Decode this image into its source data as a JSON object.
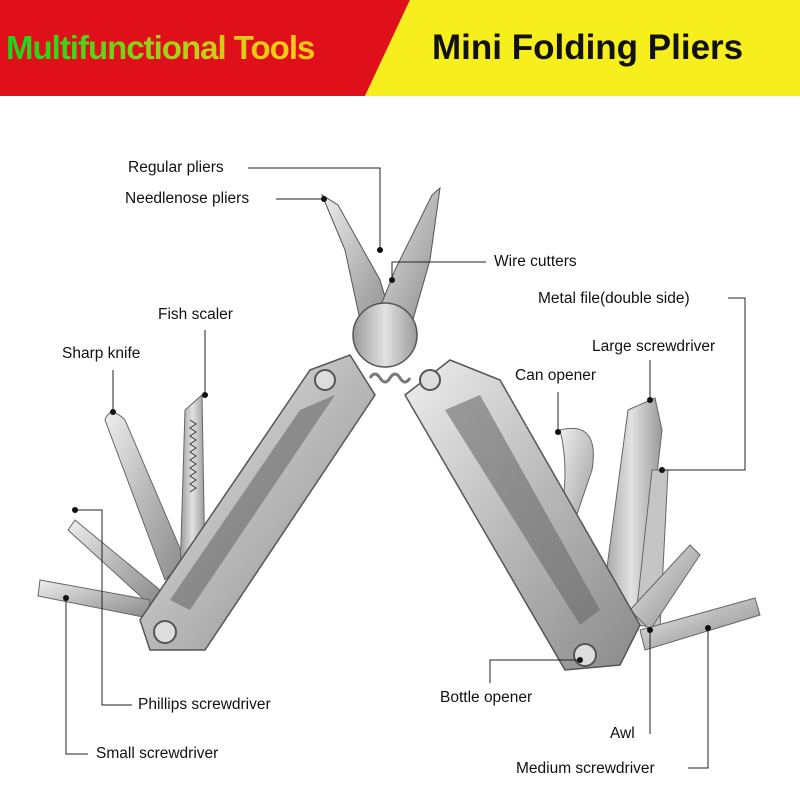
{
  "banner": {
    "left_title": "Multifunctional Tools",
    "left_title_colors": [
      "#1fd41c",
      "#3fd31b",
      "#7fd21a",
      "#b8d018",
      "#e5cb16",
      "#ffc81a"
    ],
    "right_title": "Mini Folding Pliers",
    "left_bg": "#e0101a",
    "right_bg": "#f7ee1d"
  },
  "labels": {
    "regular_pliers": "Regular pliers",
    "needlenose_pliers": "Needlenose pliers",
    "wire_cutters": "Wire cutters",
    "metal_file": "Metal file(double side)",
    "large_screwdriver": "Large screwdriver",
    "can_opener": "Can opener",
    "fish_scaler": "Fish scaler",
    "sharp_knife": "Sharp knife",
    "phillips_screwdriver": "Phillips screwdriver",
    "small_screwdriver": "Small screwdriver",
    "bottle_opener": "Bottle opener",
    "awl": "Awl",
    "medium_screwdriver": "Medium screwdriver"
  },
  "colors": {
    "steel_light": "#d6d6d6",
    "steel_mid": "#a9a9a9",
    "steel_dark": "#5e5e5e",
    "leader_line": "#222222"
  }
}
